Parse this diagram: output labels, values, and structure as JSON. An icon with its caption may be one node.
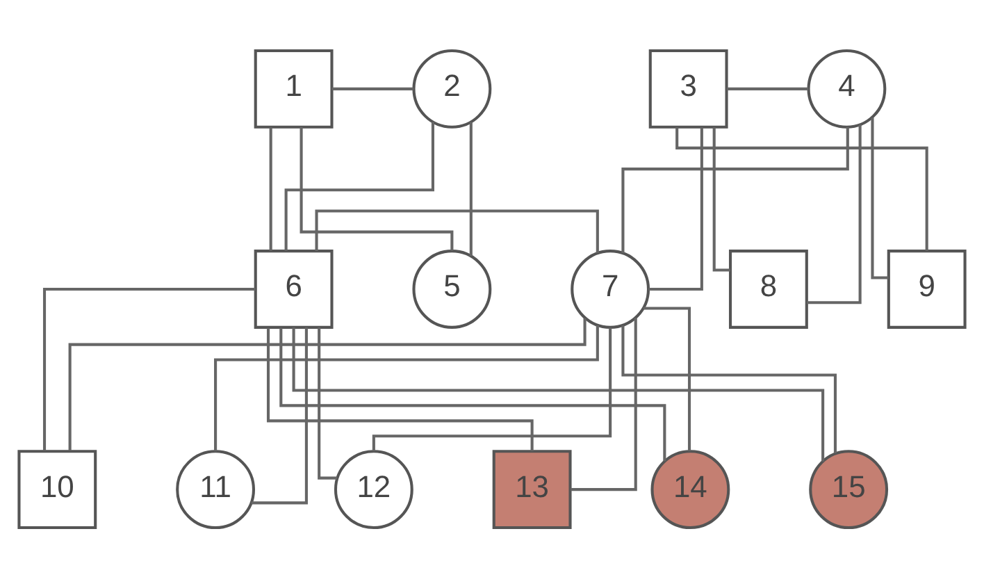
{
  "diagram": {
    "nodes": [
      {
        "text": [
          "1"
        ]
      },
      {
        "text": [
          "2"
        ]
      },
      {
        "text": [
          "3"
        ]
      },
      {
        "text": [
          "4"
        ]
      },
      {
        "text": [
          "5"
        ]
      },
      {
        "text": [
          "6"
        ]
      },
      {
        "text": [
          "7"
        ]
      },
      {
        "text": [
          "8"
        ]
      },
      {
        "text": [
          "9"
        ]
      },
      {
        "text": [
          "10"
        ]
      },
      {
        "text": [
          "11"
        ]
      },
      {
        "text": [
          "12"
        ]
      },
      {
        "text": [
          "13"
        ]
      },
      {
        "text": [
          "14"
        ]
      },
      {
        "text": [
          "15"
        ]
      }
    ],
    "edges": [
      {
        "from": 0,
        "to": 1,
        "arrow": "none"
      },
      {
        "from": 0,
        "to": 4,
        "arrow": "none"
      },
      {
        "from": 1,
        "to": 4,
        "arrow": "none"
      },
      {
        "from": 0,
        "to": 5,
        "arrow": "none"
      },
      {
        "from": 1,
        "to": 5,
        "arrow": "none"
      },
      {
        "from": 2,
        "to": 3,
        "arrow": "none"
      },
      {
        "from": 2,
        "to": 6,
        "arrow": "none"
      },
      {
        "from": 3,
        "to": 6,
        "arrow": "none"
      },
      {
        "from": 2,
        "to": 7,
        "arrow": "none"
      },
      {
        "from": 3,
        "to": 7,
        "arrow": "none"
      },
      {
        "from": 2,
        "to": 8,
        "arrow": "none"
      },
      {
        "from": 3,
        "to": 8,
        "arrow": "none"
      },
      {
        "from": 5,
        "to": 6,
        "arrow": "none"
      },
      {
        "from": 5,
        "to": 9,
        "arrow": "none"
      },
      {
        "from": 6,
        "to": 9,
        "arrow": "none"
      },
      {
        "from": 5,
        "to": 10,
        "arrow": "none"
      },
      {
        "from": 6,
        "to": 10,
        "arrow": "none"
      },
      {
        "from": 5,
        "to": 11,
        "arrow": "none"
      },
      {
        "from": 6,
        "to": 11,
        "arrow": "none"
      },
      {
        "from": 5,
        "to": 12,
        "arrow": "none"
      },
      {
        "from": 6,
        "to": 12,
        "arrow": "none"
      },
      {
        "from": 5,
        "to": 13,
        "arrow": "none"
      },
      {
        "from": 6,
        "to": 13,
        "arrow": "none"
      },
      {
        "from": 5,
        "to": 14,
        "arrow": "none"
      },
      {
        "from": 6,
        "to": 14,
        "arrow": "none"
      }
    ]
  }
}
